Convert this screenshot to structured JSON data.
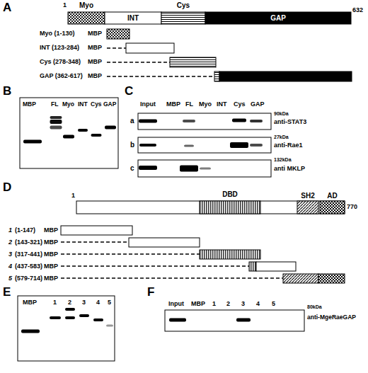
{
  "diagram": {
    "nodes": [
      {
        "text": [
          "Myo"
        ]
      },
      {
        "text": [
          "INT"
        ]
      },
      {
        "text": [
          "Cys"
        ]
      },
      {
        "text": [
          "GAP"
        ]
      },
      {
        "text": [
          "DBD"
        ]
      },
      {
        "text": [
          "SH2"
        ]
      },
      {
        "text": [
          "AD"
        ]
      }
    ],
    "labels": [
      "A",
      "1",
      "632",
      "Myo (1-130)",
      "MBP",
      "INT (123-284)",
      "MBP",
      "Cys (278-348)",
      "MBP",
      "GAP (362-617)",
      "MBP",
      "B",
      "MBP",
      "FL",
      "Myo",
      "INT",
      "Cys",
      "GAP",
      "C",
      "Input",
      "MBP",
      "FL",
      "Myo",
      "INT",
      "Cys",
      "GAP",
      "a",
      "90kDa",
      "anti-STAT3",
      "b",
      "27kDa",
      "anti-Rae1",
      "c",
      "132kDa",
      "anti MKLP",
      "D",
      "1",
      "770",
      "1",
      "(1-147)",
      "MBP",
      "2",
      "(143-321)",
      "MBP",
      "3",
      "(317-441)",
      "MBP",
      "4",
      "(437-583)",
      "MBP",
      "5",
      "(579-714)",
      "MBP",
      "E",
      "MBP",
      "1",
      "2",
      "3",
      "4",
      "5",
      "F",
      "Input",
      "MBP",
      "1",
      "2",
      "3",
      "4",
      "5",
      "80kDa",
      "anti-MgeRaeGAP"
    ]
  }
}
